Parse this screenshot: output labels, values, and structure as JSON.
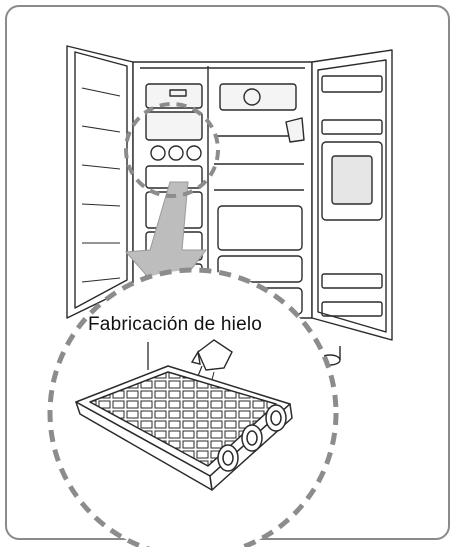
{
  "callout": {
    "label": "Fabricación de hielo"
  },
  "colors": {
    "frame_border": "#8a8a8a",
    "line": "#2b2b2b",
    "dashed_circle": "#8c8c8c",
    "arrow": "#bdbdbd",
    "glass_fill": "#e6e6e6",
    "panel_fill": "#f4f4f4"
  },
  "icons": [
    "refrigerator-illustration",
    "zoom-arrow",
    "ice-tray-illustration",
    "water-pitcher-icon"
  ]
}
